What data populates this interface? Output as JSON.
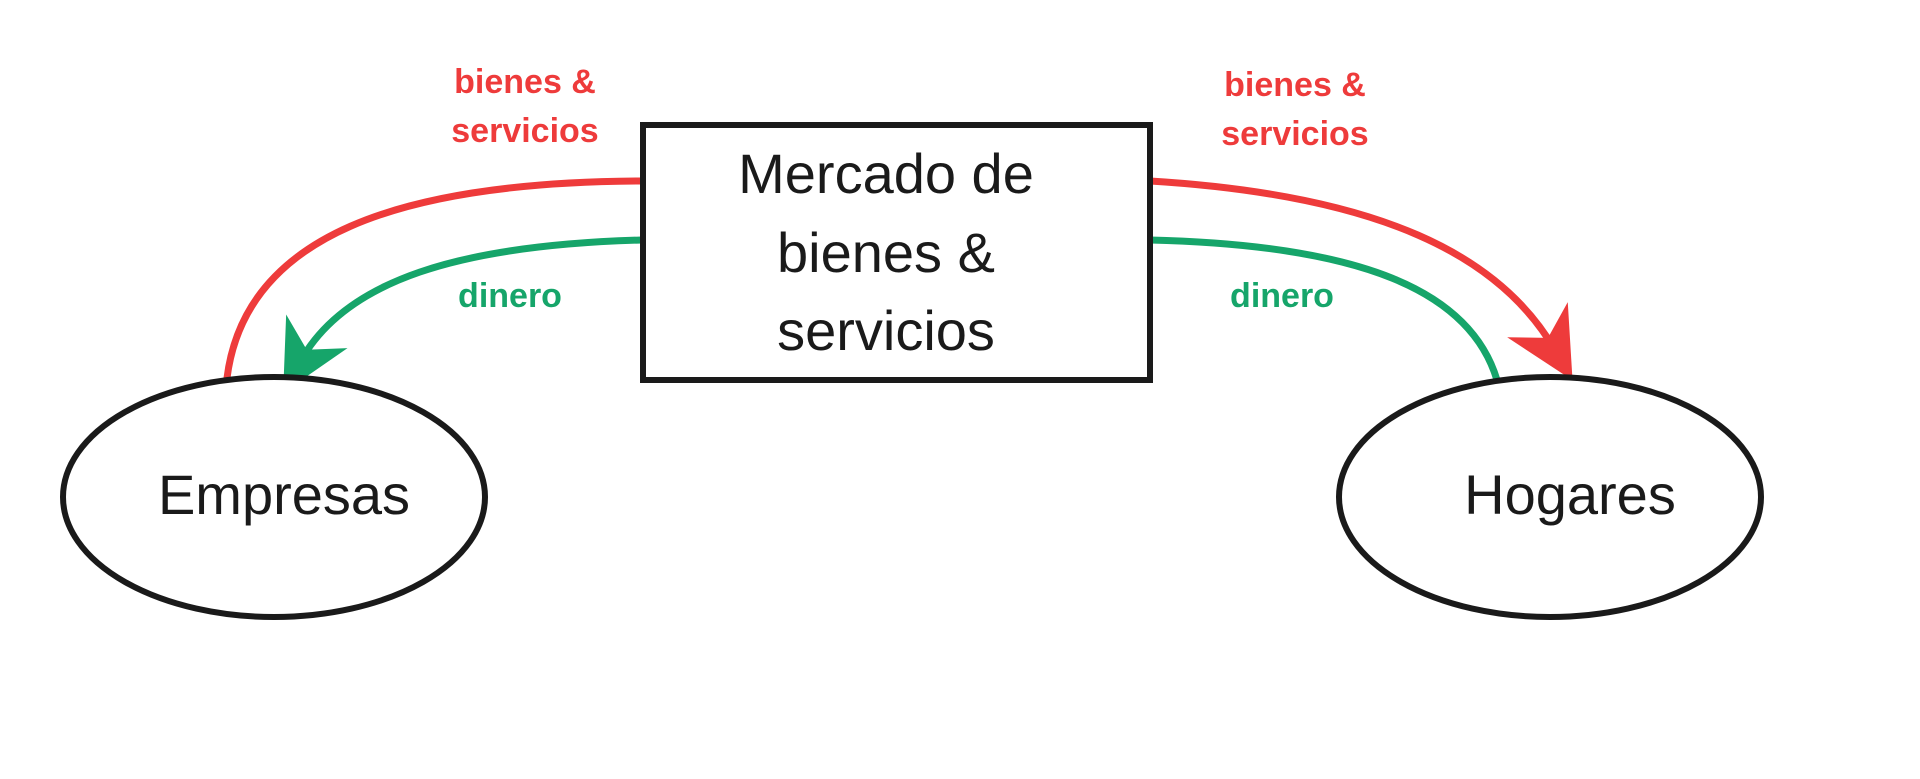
{
  "market": {
    "lines": [
      "Mercado de",
      "bienes &",
      "servicios"
    ]
  },
  "nodes": {
    "left": "Empresas",
    "right": "Hogares"
  },
  "flows": {
    "goods_left": [
      "bienes &",
      "servicios"
    ],
    "goods_right": [
      "bienes &",
      "servicios"
    ],
    "money_left": "dinero",
    "money_right": "dinero"
  },
  "colors": {
    "goods": "#ee3b3b",
    "money": "#16a56a",
    "outline": "#1a1a1a"
  }
}
